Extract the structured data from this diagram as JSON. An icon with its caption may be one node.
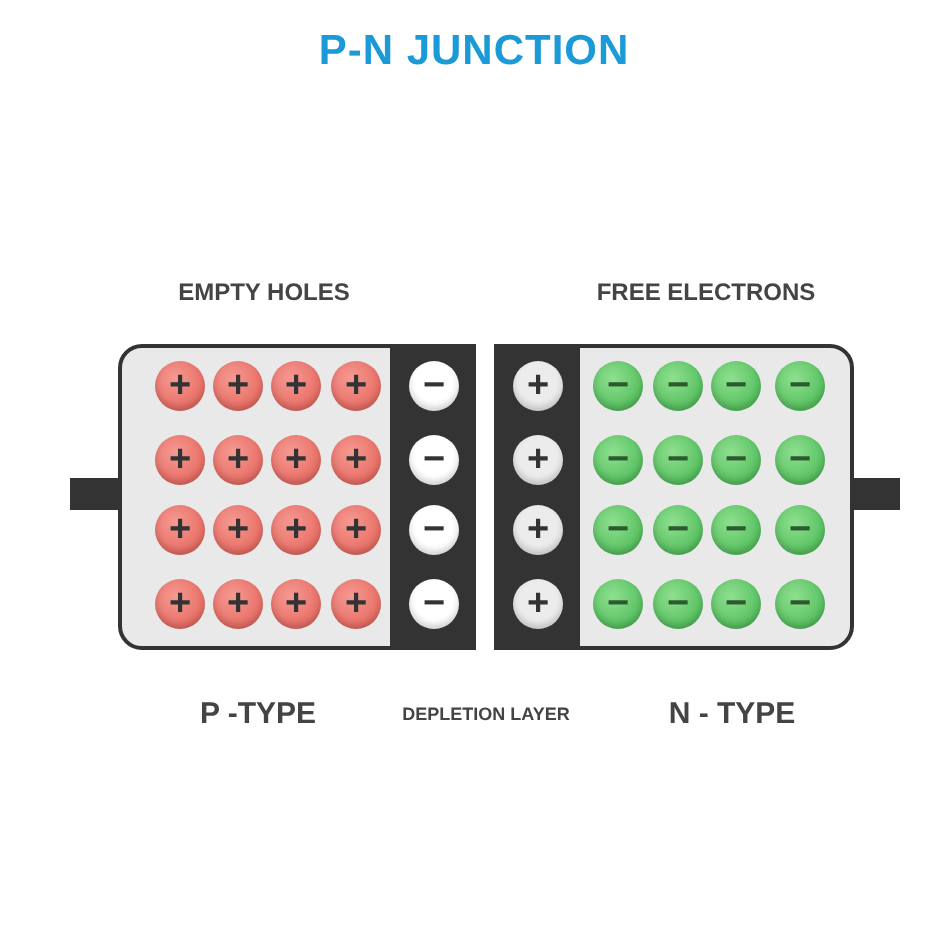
{
  "diagram": {
    "title": "P-N JUNCTION",
    "nodes": [
      {
        "text": [],
        "shape": "box"
      },
      {
        "text": [],
        "shape": "bar",
        "in": 0
      },
      {
        "text": [
          "+"
        ],
        "in": 0
      },
      {
        "text": [
          "+"
        ],
        "in": 0
      },
      {
        "text": [
          "+"
        ],
        "in": 0
      },
      {
        "text": [
          "+"
        ],
        "in": 0
      },
      {
        "text": [
          "+"
        ],
        "in": 0
      },
      {
        "text": [
          "+"
        ],
        "in": 0
      },
      {
        "text": [
          "+"
        ],
        "in": 0
      },
      {
        "text": [
          "+"
        ],
        "in": 0
      },
      {
        "text": [
          "+"
        ],
        "in": 0
      },
      {
        "text": [
          "+"
        ],
        "in": 0
      },
      {
        "text": [
          "+"
        ],
        "in": 0
      },
      {
        "text": [
          "+"
        ],
        "in": 0
      },
      {
        "text": [
          "+"
        ],
        "in": 0
      },
      {
        "text": [
          "+"
        ],
        "in": 0
      },
      {
        "text": [
          "+"
        ],
        "in": 0
      },
      {
        "text": [
          "+"
        ],
        "in": 0
      },
      {
        "text": [
          "−"
        ],
        "in": 1
      },
      {
        "text": [
          "−"
        ],
        "in": 1
      },
      {
        "text": [
          "−"
        ],
        "in": 1
      },
      {
        "text": [
          "−"
        ],
        "in": 1
      },
      {
        "text": [],
        "shape": "box"
      },
      {
        "text": [],
        "shape": "bar",
        "in": 22
      },
      {
        "text": [
          "+"
        ],
        "in": 23
      },
      {
        "text": [
          "+"
        ],
        "in": 23
      },
      {
        "text": [
          "+"
        ],
        "in": 23
      },
      {
        "text": [
          "+"
        ],
        "in": 23
      },
      {
        "text": [
          "−"
        ],
        "in": 22
      },
      {
        "text": [
          "−"
        ],
        "in": 22
      },
      {
        "text": [
          "−"
        ],
        "in": 22
      },
      {
        "text": [
          "−"
        ],
        "in": 22
      },
      {
        "text": [
          "−"
        ],
        "in": 22
      },
      {
        "text": [
          "−"
        ],
        "in": 22
      },
      {
        "text": [
          "−"
        ],
        "in": 22
      },
      {
        "text": [
          "−"
        ],
        "in": 22
      },
      {
        "text": [
          "−"
        ],
        "in": 22
      },
      {
        "text": [
          "−"
        ],
        "in": 22
      },
      {
        "text": [
          "−"
        ],
        "in": 22
      },
      {
        "text": [
          "−"
        ],
        "in": 22
      },
      {
        "text": [
          "−"
        ],
        "in": 22
      },
      {
        "text": [
          "−"
        ],
        "in": 22
      },
      {
        "text": [
          "−"
        ],
        "in": 22
      },
      {
        "text": [
          "−"
        ],
        "in": 22
      }
    ],
    "labels": [
      "EMPTY HOLES",
      "FREE ELECTRONS",
      "P -TYPE",
      "DEPLETION LAYER",
      "N - TYPE"
    ]
  }
}
